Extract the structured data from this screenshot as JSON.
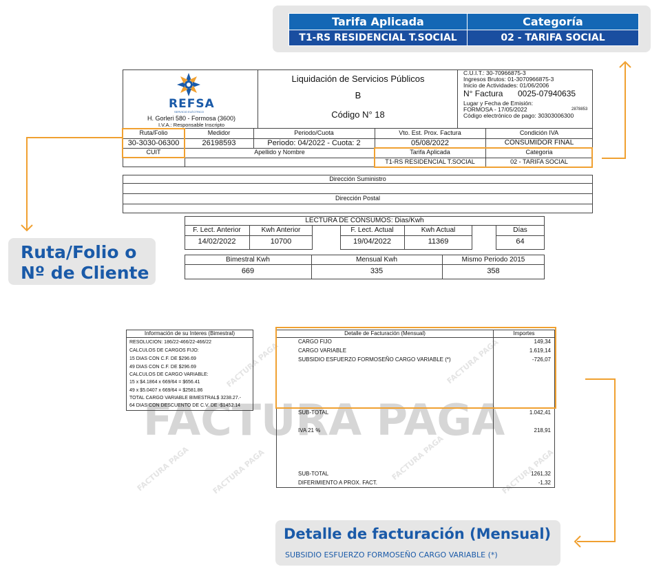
{
  "tariff_callout": {
    "col1_header": "Tarifa Aplicada",
    "col2_header": "Categoría",
    "col1_value": "T1-RS RESIDENCIAL T.SOCIAL",
    "col2_value": "02 - TARIFA SOCIAL"
  },
  "company": {
    "logo_text": "REFSA",
    "logo_sub": "SERVICIO ELÉCTRICO",
    "address": "H. Gorleri 580 - Formosa (3600)",
    "iva": "I.V.A.: Responsable Inscripto"
  },
  "doc": {
    "title": "Liquidación de Servicios Públicos",
    "letter": "B",
    "code": "Código N° 18"
  },
  "fiscal": {
    "cuit": "C.U.I.T.:  30-70966875-3",
    "ingresos": "Ingresos Brutos:  01-3070966875-3",
    "inicio": "Inicio de Actividades:  01/06/2006",
    "factura_label": "N° Factura",
    "factura_num": "0025-07940635",
    "lugar_label": "Lugar y Fecha de Emisión:",
    "lugar_value": "FORMOSA -     17/05/2022",
    "lugar_num": "2878853",
    "codigo_pago": "Código electrónico de pago: 30303006300"
  },
  "header_row": {
    "ruta_label": "Ruta/Folio",
    "medidor_label": "Medidor",
    "periodo_label": "Periodo/Cuota",
    "vto_label": "Vto. Est. Prox. Factura",
    "condicion_label": "Condición IVA",
    "ruta_value": "30-3030-06300",
    "medidor_value": "26198593",
    "periodo_value": "Periodo: 04/2022 - Cuota: 2",
    "vto_value": "05/08/2022",
    "condicion_value": "CONSUMIDOR FINAL",
    "cuit_label": "CUIT",
    "apellido_label": "Apellido y Nombre",
    "tarifa_label": "Tarifa Aplicada",
    "categoria_label": "Categoria",
    "tarifa_value": "T1-RS RESIDENCIAL T.SOCIAL",
    "categoria_value": "02 - TARIFA SOCIAL"
  },
  "address_box": {
    "suministro": "Dirección Suministro",
    "postal": "Dirección Postal"
  },
  "lectura": {
    "title": "LECTURA DE CONSUMOS: Dias/Kwh",
    "f_anterior_label": "F. Lect. Anterior",
    "kwh_anterior_label": "Kwh Anterior",
    "f_actual_label": "F. Lect. Actual",
    "kwh_actual_label": "Kwh Actual",
    "dias_label": "Días",
    "f_anterior": "14/02/2022",
    "kwh_anterior": "10700",
    "f_actual": "19/04/2022",
    "kwh_actual": "11369",
    "dias": "64"
  },
  "consumo": {
    "bimestral_label": "Bimestral Kwh",
    "mensual_label": "Mensual Kwh",
    "mismo_label": "Mismo Periodo 2015",
    "bimestral": "669",
    "mensual": "335",
    "mismo": "358"
  },
  "callouts": {
    "ruta_line1": "Ruta/Folio o",
    "ruta_line2": "Nº de Cliente",
    "detalle_title": "Detalle de facturación (Mensual)",
    "detalle_sub": "SUBSIDIO ESFUERZO FORMOSEÑO CARGO VARIABLE (*)"
  },
  "billing": {
    "info_header": "Información de su Interes (Bimestral)",
    "detalle_header": "Detalle de Facturación (Mensual)",
    "importes_header": "Importes",
    "info_lines": [
      "RESOLUCION: 186/22-466/22-466/22",
      "CALCULOS DE CARGOS FIJO:",
      "15 DIAS CON C.F. DE $296.69",
      "49 DIAS CON C.F. DE $296.69",
      "CALCULOS DE CARGO VARIABLE:",
      "15 x $4.1864 x 669/64 = $656.41",
      "49 x $5.0407 x 669/64 = $2581.86",
      "TOTAL CARGO VARIABLE BIMESTRAL$ 3238.27.-",
      "64 DIAS CON DESCUENTO DE C.V. DE -$1452.14"
    ],
    "items": [
      {
        "label": "CARGO FIJO",
        "amount": "149,34"
      },
      {
        "label": "CARGO VARIABLE",
        "amount": "1.619,14"
      },
      {
        "label": "SUBSIDIO ESFUERZO FORMOSEÑO CARGO VARIABLE (*)",
        "amount": "-726,07"
      }
    ],
    "subtotal1_label": "SUB-TOTAL",
    "subtotal1": "1.042,41",
    "iva_label": "IVA 21 %",
    "iva": "218,91",
    "subtotal2_label": "SUB-TOTAL",
    "subtotal2": "1261,32",
    "diferimiento_label": "DIFERIMIENTO A PROX. FACT.",
    "diferimiento": "-1,32",
    "watermark": "FACTURA PAGA",
    "watermark_small": "FACTURA PAGA"
  },
  "colors": {
    "accent_orange": "#f0a030",
    "brand_blue": "#1467b5",
    "dark_blue": "#1a4ea0",
    "callout_bg": "#e6e6e6"
  }
}
